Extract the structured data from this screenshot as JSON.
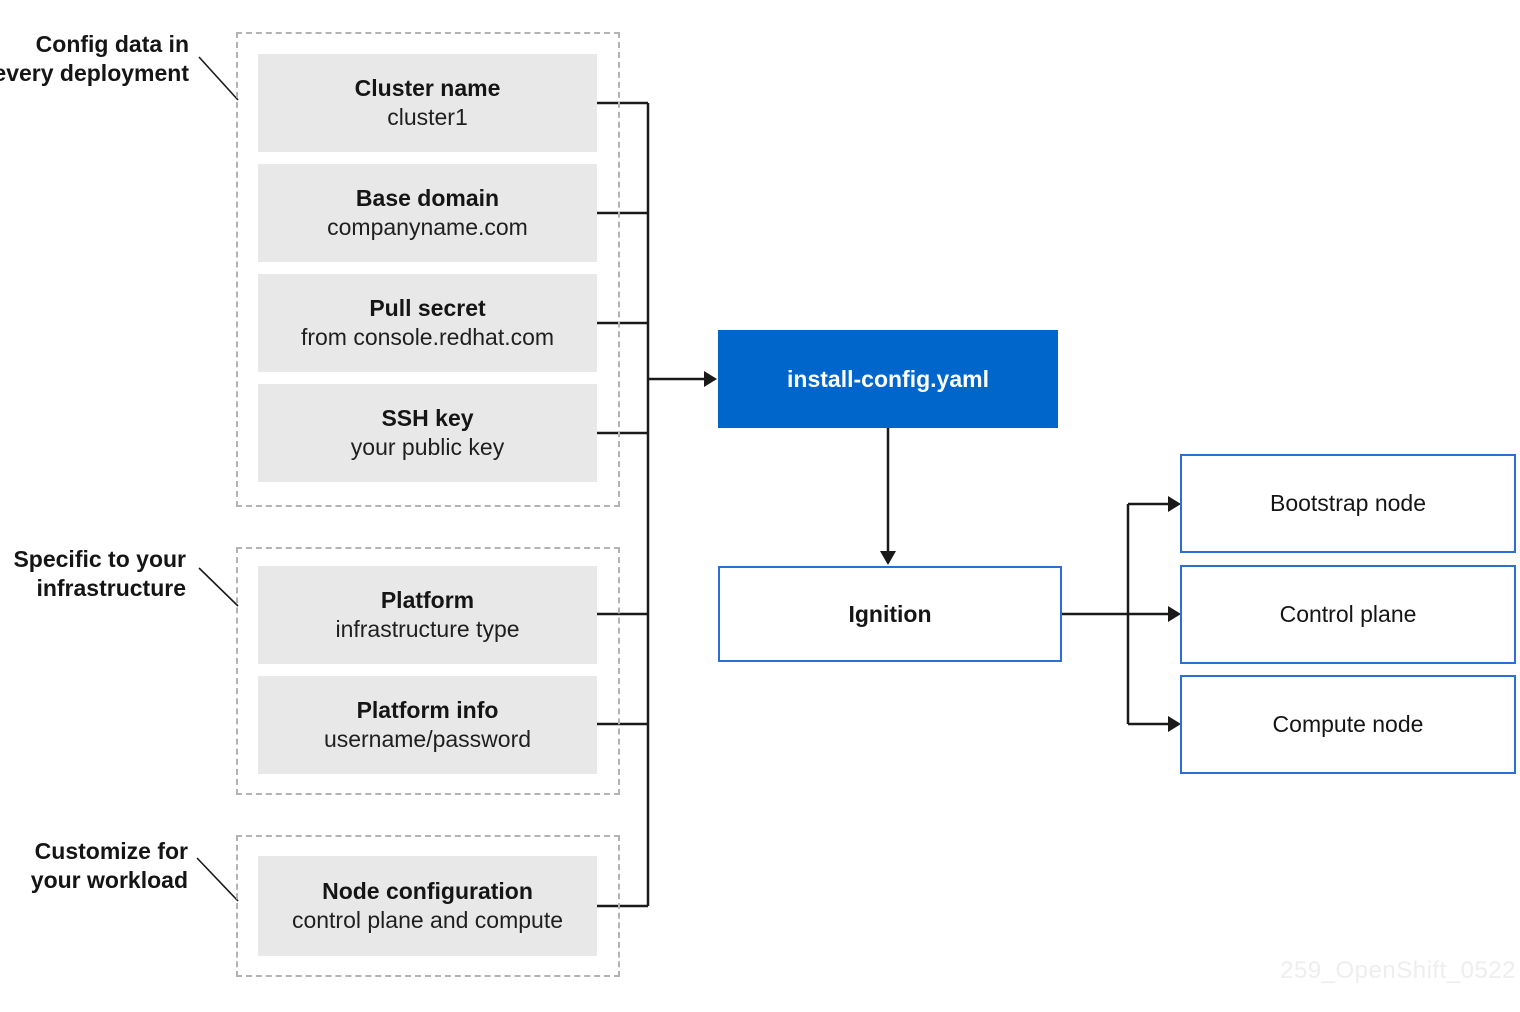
{
  "diagram": {
    "side_labels": [
      {
        "line1": "Config data in",
        "line2": "every deployment"
      },
      {
        "line1": "Specific to your",
        "line2": "infrastructure"
      },
      {
        "line1": "Customize for",
        "line2": "your workload"
      }
    ],
    "groups": [
      {
        "items": [
          {
            "title": "Cluster name",
            "subtitle": "cluster1"
          },
          {
            "title": "Base domain",
            "subtitle": "companyname.com"
          },
          {
            "title": "Pull secret",
            "subtitle": "from console.redhat.com"
          },
          {
            "title": "SSH key",
            "subtitle": "your public key"
          }
        ]
      },
      {
        "items": [
          {
            "title": "Platform",
            "subtitle": "infrastructure type"
          },
          {
            "title": "Platform info",
            "subtitle": "username/password"
          }
        ]
      },
      {
        "items": [
          {
            "title": "Node configuration",
            "subtitle": "control plane and compute"
          }
        ]
      }
    ],
    "center": {
      "install_config_label": "install-config.yaml",
      "ignition_label": "Ignition"
    },
    "outputs": [
      {
        "label": "Bootstrap node"
      },
      {
        "label": "Control plane"
      },
      {
        "label": "Compute node"
      }
    ],
    "watermark": "259_OpenShift_0522",
    "colors": {
      "accent_blue": "#0066cc",
      "outline_blue": "#2b6fd6",
      "item_gray": "#e8e8e8",
      "dashed_border_gray": "#b3b3b3",
      "connector_black": "#1a1a1a",
      "text_dark": "#151515",
      "watermark_gray": "#eeeeee"
    }
  }
}
